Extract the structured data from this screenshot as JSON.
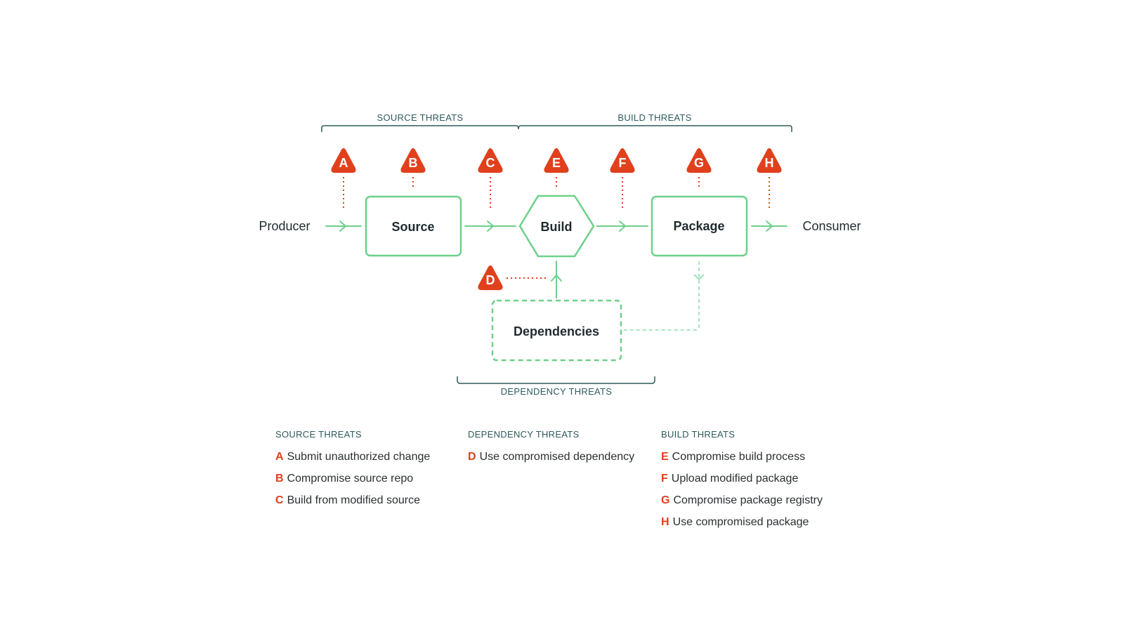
{
  "colors": {
    "accent_green": "#6dd08a",
    "threat_red": "#e0401c",
    "text_dark": "#1f2a2e",
    "group_label": "#2e5a5c"
  },
  "diagram": {
    "producer_label": "Producer",
    "consumer_label": "Consumer",
    "nodes": {
      "source": "Source",
      "build": "Build",
      "package": "Package",
      "dependencies": "Dependencies"
    },
    "group_labels": {
      "source_threats": "SOURCE THREATS",
      "build_threats": "BUILD THREATS",
      "dependency_threats": "DEPENDENCY THREATS"
    },
    "threat_markers": [
      "A",
      "B",
      "C",
      "D",
      "E",
      "F",
      "G",
      "H"
    ]
  },
  "legend": {
    "source": {
      "heading": "SOURCE THREATS",
      "items": [
        {
          "letter": "A",
          "text": "Submit unauthorized change"
        },
        {
          "letter": "B",
          "text": "Compromise source repo"
        },
        {
          "letter": "C",
          "text": "Build from modified source"
        }
      ]
    },
    "dependency": {
      "heading": "DEPENDENCY THREATS",
      "items": [
        {
          "letter": "D",
          "text": "Use compromised dependency"
        }
      ]
    },
    "build": {
      "heading": "BUILD THREATS",
      "items": [
        {
          "letter": "E",
          "text": "Compromise build process"
        },
        {
          "letter": "F",
          "text": "Upload modified package"
        },
        {
          "letter": "G",
          "text": "Compromise package registry"
        },
        {
          "letter": "H",
          "text": "Use compromised package"
        }
      ]
    }
  }
}
